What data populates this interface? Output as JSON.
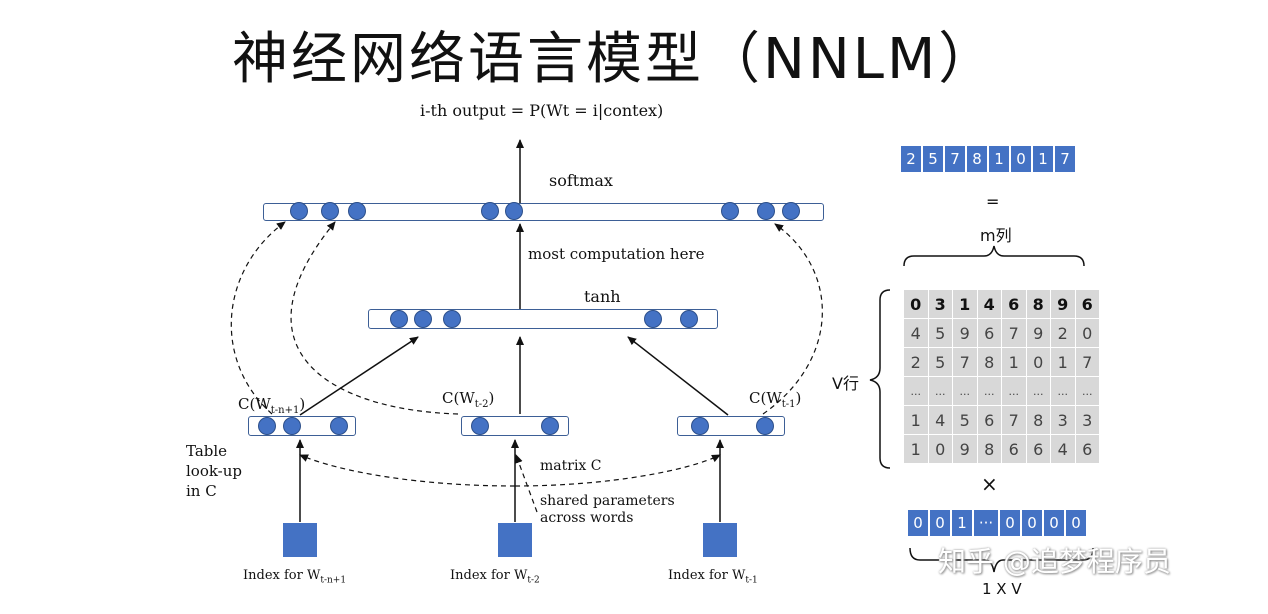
{
  "title": "神经网络语言模型（NNLM）",
  "output_label": "i-th output = P(Wt = i|contex)",
  "softmax_label": "softmax",
  "computation_label": "most computation here",
  "tanh_label": "tanh",
  "c_labels": {
    "left_c": "C(W",
    "left_sub": "t-n+1",
    "left_close": ")",
    "mid_c": "C(W",
    "mid_sub": "t-2",
    "mid_close": ")",
    "right_c": "C(W",
    "right_sub": "t-1",
    "right_close": ")"
  },
  "table_lookup": [
    "Table",
    "look-up",
    "in C"
  ],
  "matrix_label": "matrix C",
  "shared_params": [
    "shared parameters",
    "across words"
  ],
  "index_labels": {
    "prefix": "Index for W",
    "left_sub": "t-n+1",
    "mid_sub": "t-2",
    "right_sub": "t-1"
  },
  "result_vector": [
    "2",
    "5",
    "7",
    "8",
    "1",
    "0",
    "1",
    "7"
  ],
  "equals_sign": "=",
  "m_cols_label": "m列",
  "v_rows_label": "V行",
  "matrix_rows": [
    [
      "0",
      "3",
      "1",
      "4",
      "6",
      "8",
      "9",
      "6"
    ],
    [
      "4",
      "5",
      "9",
      "6",
      "7",
      "9",
      "2",
      "0"
    ],
    [
      "2",
      "5",
      "7",
      "8",
      "1",
      "0",
      "1",
      "7"
    ],
    [
      "...",
      "...",
      "...",
      "...",
      "...",
      "...",
      "...",
      "..."
    ],
    [
      "1",
      "4",
      "5",
      "6",
      "7",
      "8",
      "3",
      "3"
    ],
    [
      "1",
      "0",
      "9",
      "8",
      "6",
      "6",
      "4",
      "6"
    ]
  ],
  "times_sign": "×",
  "onehot_vector": [
    "0",
    "0",
    "1",
    "···",
    "0",
    "0",
    "0",
    "0"
  ],
  "onehot_dim_label": "1 X V",
  "watermark": "知乎 @追梦程序员"
}
